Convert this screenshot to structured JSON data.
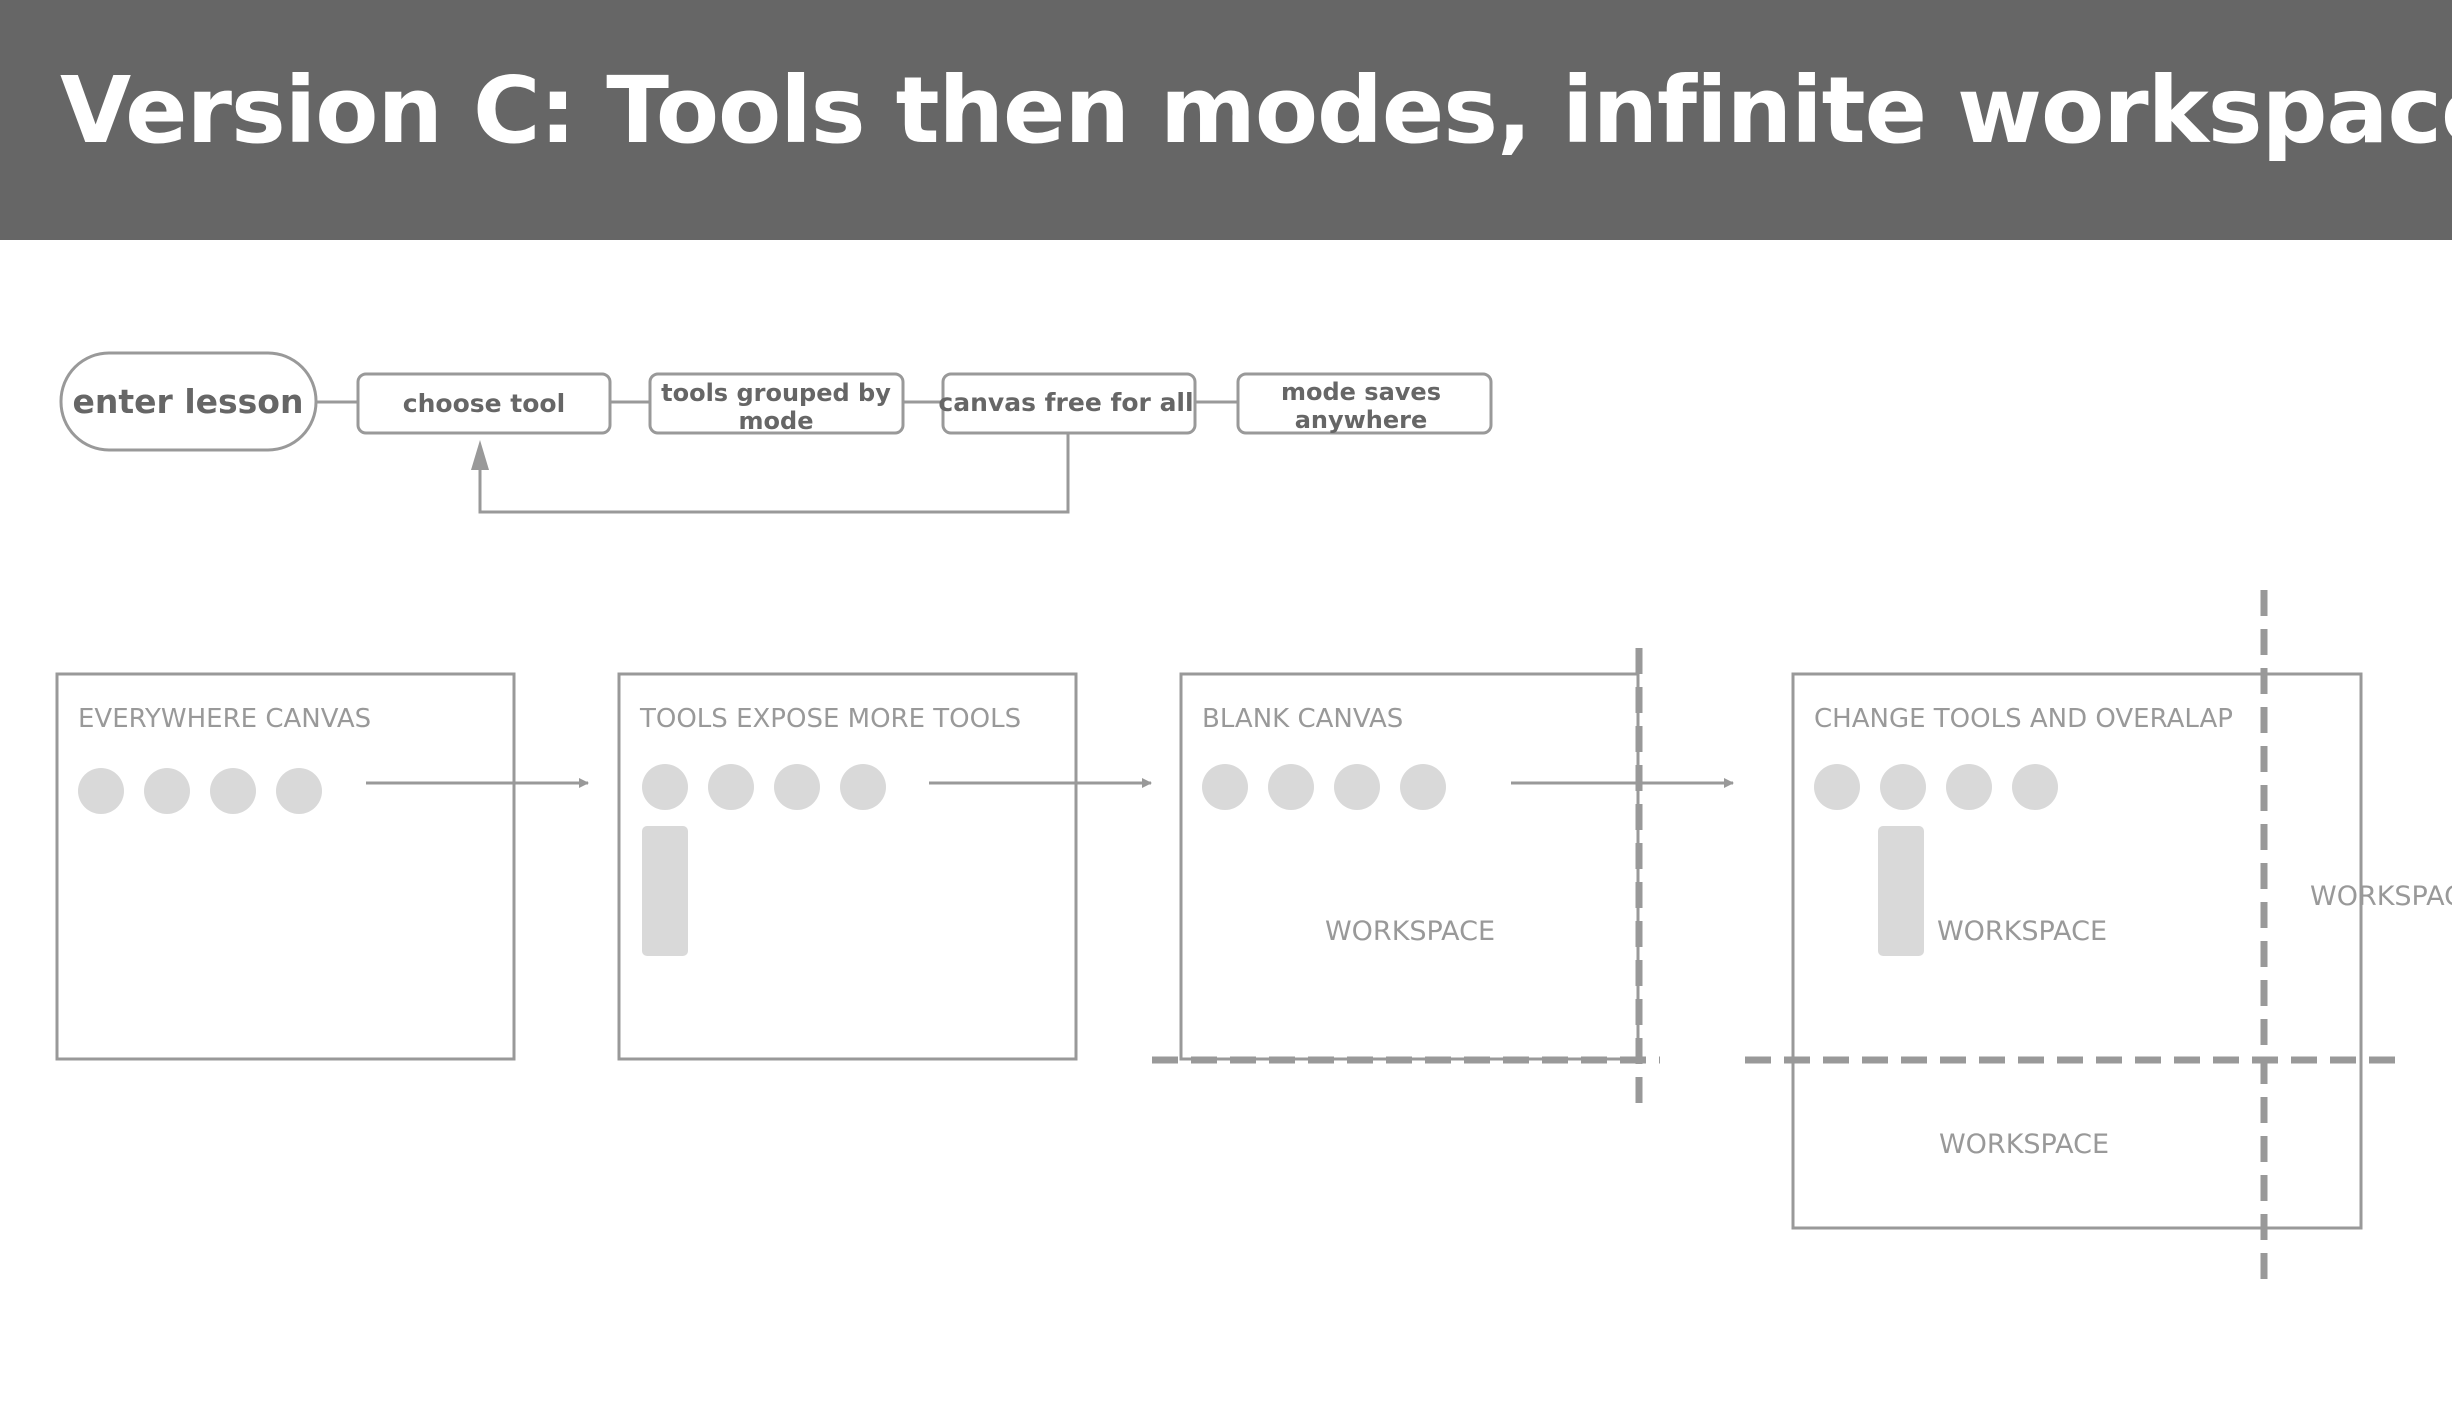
{
  "header": {
    "title": "Version C: Tools then modes, infinite workspace"
  },
  "flow": {
    "start": "enter lesson",
    "steps": [
      "choose tool",
      "tools grouped by mode",
      "canvas free for all",
      "mode saves anywhere"
    ]
  },
  "panels": [
    {
      "title": "EVERYWHERE CANVAS"
    },
    {
      "title": "TOOLS EXPOSE MORE TOOLS"
    },
    {
      "title": "BLANK CANVAS",
      "workspace_label": "WORKSPACE"
    },
    {
      "title": "CHANGE TOOLS AND OVERALAP",
      "workspace_label": "WORKSPACE",
      "workspace_below_label": "WORKSPACE",
      "workspace_right_label": "WORKSPACE"
    }
  ],
  "colors": {
    "header_bg": "#666666",
    "stroke": "#999999",
    "dashed": "#999999",
    "placeholder": "#d9d9d9",
    "text_dark": "#666666",
    "text_light": "#999999"
  }
}
